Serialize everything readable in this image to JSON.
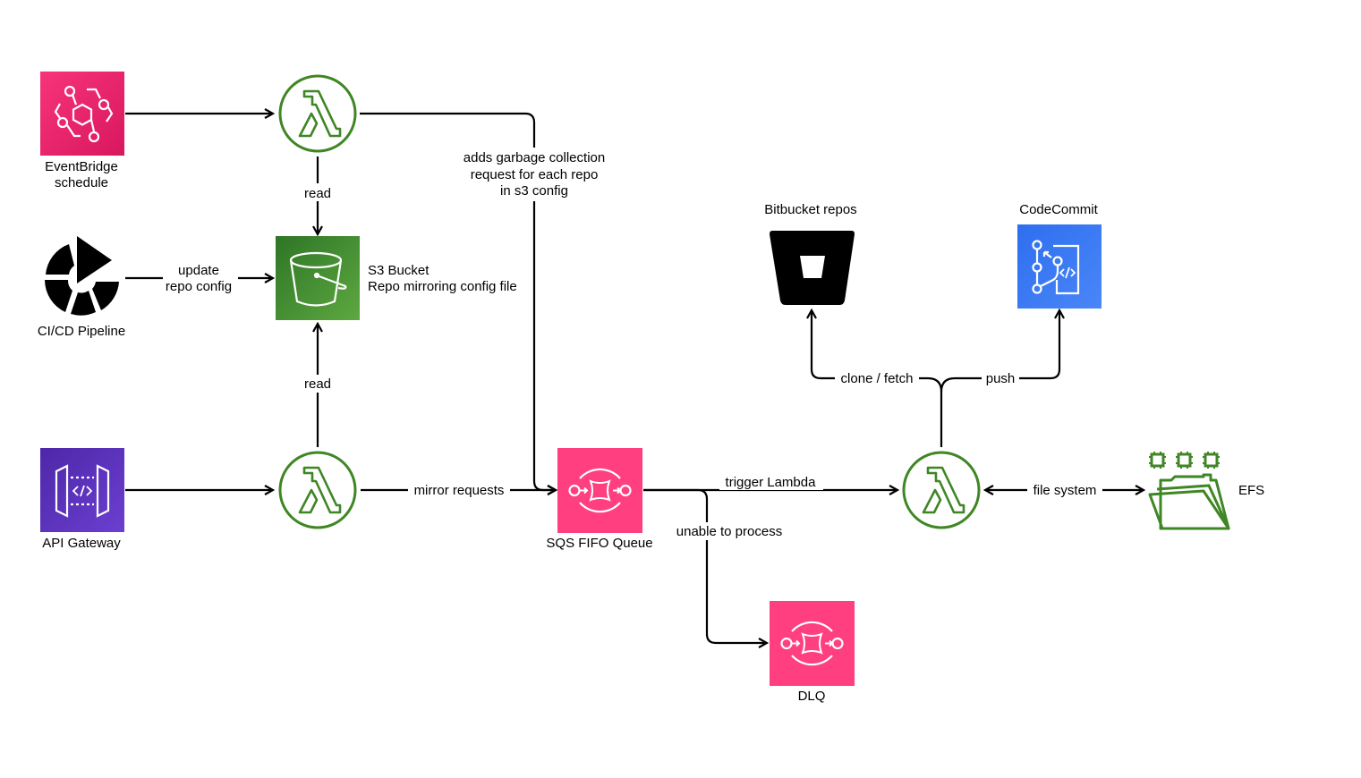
{
  "title": "Repo mirroring architecture",
  "colors": {
    "eventbridge": "#E7157B",
    "lambda": "#3F8624",
    "s3": "#3F8624",
    "apigw": "#5A30B5",
    "sqs": "#FF4F8B",
    "codecommit": "#3B78F5",
    "bitbucket": "#000000",
    "efs": "#3F8624",
    "edge": "#000000"
  },
  "nodes": {
    "eventbridge": {
      "label_lines": [
        "EventBridge",
        "schedule"
      ],
      "icon": "eventbridge-icon"
    },
    "cicd": {
      "label_lines": [
        "CI/CD Pipeline"
      ],
      "icon": "cicd-pipeline-icon"
    },
    "apigw": {
      "label_lines": [
        "API Gateway"
      ],
      "icon": "api-gateway-icon"
    },
    "lambda_gc": {
      "label_lines": [],
      "icon": "lambda-icon"
    },
    "lambda_mirror_req": {
      "label_lines": [],
      "icon": "lambda-icon"
    },
    "lambda_worker": {
      "label_lines": [],
      "icon": "lambda-icon"
    },
    "s3": {
      "label_lines": [
        "S3 Bucket",
        "Repo mirroring config file"
      ],
      "icon": "s3-bucket-icon"
    },
    "sqs": {
      "label_lines": [
        "SQS FIFO Queue"
      ],
      "icon": "sqs-icon"
    },
    "dlq": {
      "label_lines": [
        "DLQ"
      ],
      "icon": "sqs-icon"
    },
    "bitbucket": {
      "label_lines": [
        "Bitbucket repos"
      ],
      "icon": "bitbucket-icon"
    },
    "codecommit": {
      "label_lines": [
        "CodeCommit"
      ],
      "icon": "codecommit-icon"
    },
    "efs": {
      "label_lines": [
        "EFS"
      ],
      "icon": "efs-icon"
    }
  },
  "edges": {
    "eventbridge_to_lambda_gc": {
      "label_lines": []
    },
    "lambda_gc_to_s3": {
      "label_lines": [
        "read"
      ]
    },
    "lambda_gc_to_sqs": {
      "label_lines": [
        "adds garbage collection",
        "request for each repo",
        "in s3 config"
      ]
    },
    "cicd_to_s3": {
      "label_lines": [
        "update",
        "repo config"
      ]
    },
    "lambda_mirror_to_s3": {
      "label_lines": [
        "read"
      ]
    },
    "apigw_to_lambda_mirror": {
      "label_lines": []
    },
    "lambda_mirror_to_sqs": {
      "label_lines": [
        "mirror requests"
      ]
    },
    "sqs_to_lambda_worker": {
      "label_lines": [
        "trigger Lambda"
      ]
    },
    "sqs_to_dlq": {
      "label_lines": [
        "unable to process"
      ]
    },
    "lambda_worker_to_bitbucket": {
      "label_lines": [
        "clone / fetch"
      ]
    },
    "lambda_worker_to_codecommit": {
      "label_lines": [
        "push"
      ]
    },
    "lambda_worker_efs": {
      "label_lines": [
        "file system"
      ]
    }
  }
}
